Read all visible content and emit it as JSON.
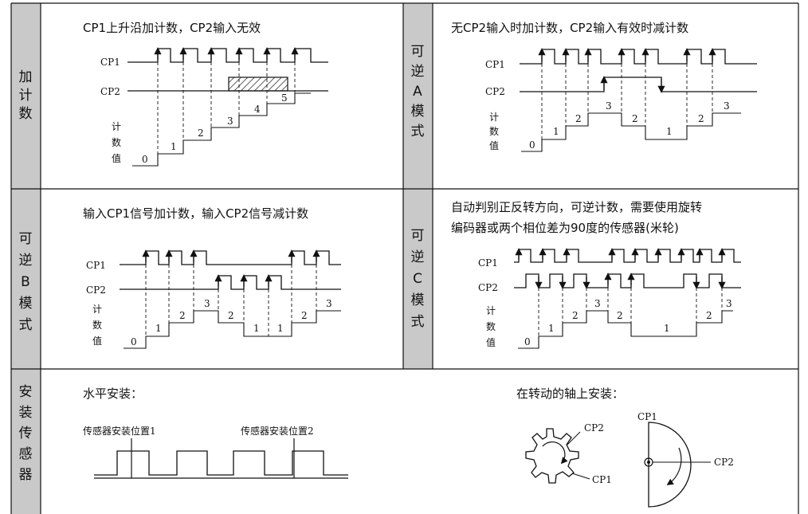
{
  "colors": {
    "side_band": "#c9c9c9",
    "ink": "#111111",
    "hatch": "#333333"
  },
  "panels": {
    "add": {
      "side": [
        "加",
        "计",
        "数"
      ],
      "title": "CP1上升沿加计数，CP2输入无效",
      "cp1": "CP1",
      "cp2": "CP2",
      "count_label": [
        "计",
        "数",
        "值"
      ],
      "counts": [
        "0",
        "1",
        "2",
        "3",
        "4",
        "5"
      ]
    },
    "rev_a": {
      "side": [
        "可",
        "逆",
        "A",
        "模",
        "式"
      ],
      "title": "无CP2输入时加计数，CP2输入有效时减计数",
      "cp1": "CP1",
      "cp2": "CP2",
      "count_label": [
        "计",
        "数",
        "值"
      ],
      "counts": [
        "0",
        "1",
        "2",
        "3",
        "2",
        "1",
        "2",
        "3"
      ]
    },
    "rev_b": {
      "side": [
        "可",
        "逆",
        "B",
        "模",
        "式"
      ],
      "title": "输入CP1信号加计数，输入CP2信号减计数",
      "cp1": "CP1",
      "cp2": "CP2",
      "count_label": [
        "计",
        "数",
        "值"
      ],
      "counts": [
        "0",
        "1",
        "2",
        "3",
        "2",
        "1",
        "1",
        "2",
        "3"
      ]
    },
    "rev_c": {
      "side": [
        "可",
        "逆",
        "C",
        "模",
        "式"
      ],
      "title_line1": "自动判别正反转方向，可逆计数，需要使用旋转",
      "title_line2": "编码器或两个相位差为90度的传感器(米轮)",
      "cp1": "CP1",
      "cp2": "CP2",
      "count_label": [
        "计",
        "数",
        "值"
      ],
      "counts": [
        "0",
        "1",
        "2",
        "3",
        "2",
        "1",
        "2",
        "3"
      ]
    },
    "install": {
      "side": [
        "安",
        "装",
        "传",
        "感",
        "器"
      ],
      "horizontal_title": "水平安装：",
      "pos1": "传感器安装位置1",
      "pos2": "传感器安装位置2",
      "shaft_title": "在转动的轴上安装：",
      "gear_cp2": "CP2",
      "gear_cp1": "CP1",
      "semi_cp1": "CP1",
      "semi_cp2": "CP2"
    }
  }
}
